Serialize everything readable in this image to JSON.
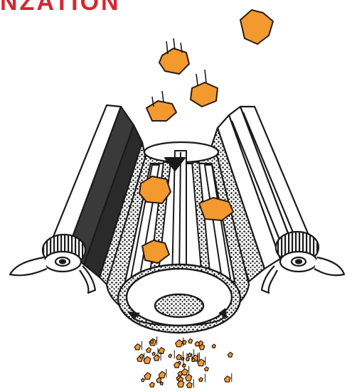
{
  "title_fragment": "NZATION",
  "colors": {
    "title": "#d8262e",
    "fragment_fill": "#f29a2e",
    "fragment_outline": "#2a1a10",
    "line": "#1a1a1a",
    "shade": "#3a3a3a",
    "paper": "#ffffff"
  },
  "parts": [
    "feed-fragments",
    "left-outer-roller",
    "right-outer-roller",
    "screen-cylinder",
    "inner-bars",
    "rotation-arrows",
    "output-fragments"
  ]
}
